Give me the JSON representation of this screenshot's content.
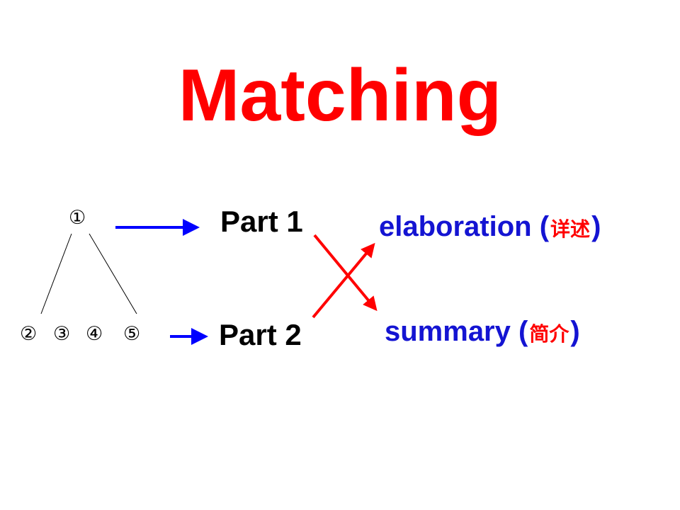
{
  "title": "Matching",
  "colors": {
    "title": "#ff0000",
    "terms": "#1414d2",
    "chinese": "#ff0000",
    "blue_arrow": "#0000ff",
    "red_arrow": "#ff0000"
  },
  "tree": {
    "root": "①",
    "leaves": [
      "②",
      "③",
      "④",
      "⑤"
    ]
  },
  "parts": {
    "part1": "Part 1",
    "part2": "Part 2"
  },
  "terms": {
    "elaboration": {
      "word": "elaboration",
      "open": "(",
      "chinese": "详述",
      "close": ")"
    },
    "summary": {
      "word": "summary",
      "open": "(",
      "chinese": "简介",
      "close": ")"
    }
  }
}
